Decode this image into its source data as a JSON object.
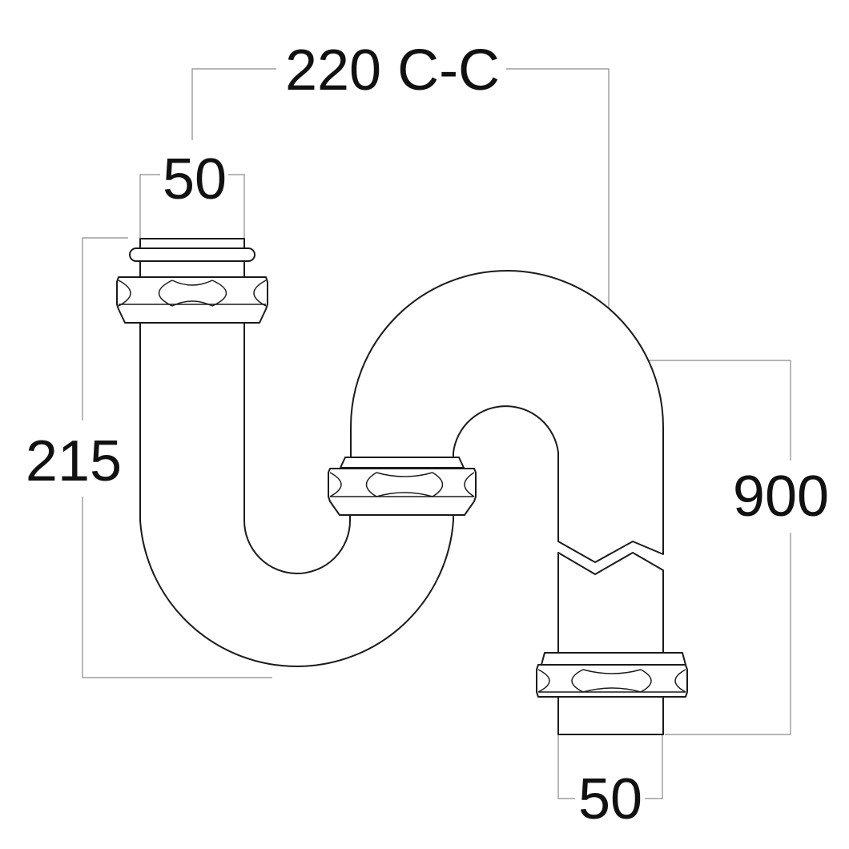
{
  "dimensions": {
    "centre_to_centre": "220 C-C",
    "inlet_diameter": "50",
    "height": "215",
    "length": "900",
    "outlet_diameter": "50"
  },
  "colors": {
    "line": "#1a1a1a",
    "dimension_line": "#8a8a8a",
    "background": "#ffffff"
  }
}
